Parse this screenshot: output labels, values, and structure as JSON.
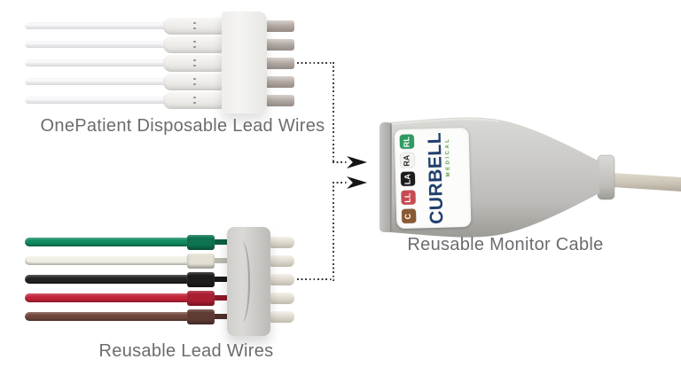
{
  "page": {
    "background": "#ffffff"
  },
  "top_assembly": {
    "caption": "OnePatient Disposable Lead Wires",
    "wire_color": "#e9eaee",
    "connector_color": "#f1f0ee",
    "pin_color": "#a99f99",
    "wire_count": 5
  },
  "bottom_assembly": {
    "caption": "Reusable Lead Wires",
    "connector_color": "#c9c8c4",
    "pin_color": "#e8e4da",
    "wires": [
      {
        "name": "green",
        "color": "#108a5e",
        "boot": "#0d7350"
      },
      {
        "name": "white",
        "color": "#f1efe4",
        "boot": "#e4e1d4"
      },
      {
        "name": "black",
        "color": "#232323",
        "boot": "#1d1d1d"
      },
      {
        "name": "red",
        "color": "#c22339",
        "boot": "#a91e31"
      },
      {
        "name": "brown",
        "color": "#6f463c",
        "boot": "#5e3b33"
      }
    ]
  },
  "monitor_cable": {
    "caption": "Reusable Monitor Cable",
    "brand": "CURBELL",
    "brand_tagline": "MEDICAL",
    "brand_color": "#20406e",
    "tagline_color": "#5ba33f",
    "body_color": "#c6c5c1",
    "cable_color": "#cdc6b9",
    "badges": [
      {
        "label": "RL",
        "bg": "#2e9c62",
        "fg": "#ffffff"
      },
      {
        "label": "RA",
        "bg": "#f4f3ef",
        "fg": "#2b2b2b"
      },
      {
        "label": "LA",
        "bg": "#1d1d1d",
        "fg": "#ffffff"
      },
      {
        "label": "LL",
        "bg": "#c84a52",
        "fg": "#ffffff"
      },
      {
        "label": "C",
        "bg": "#8a5a33",
        "fg": "#ffffff"
      }
    ]
  },
  "connection": {
    "dot_color": "#3c3c3c",
    "arrow_color": "#151515",
    "caption_color": "#6b6c6f"
  }
}
